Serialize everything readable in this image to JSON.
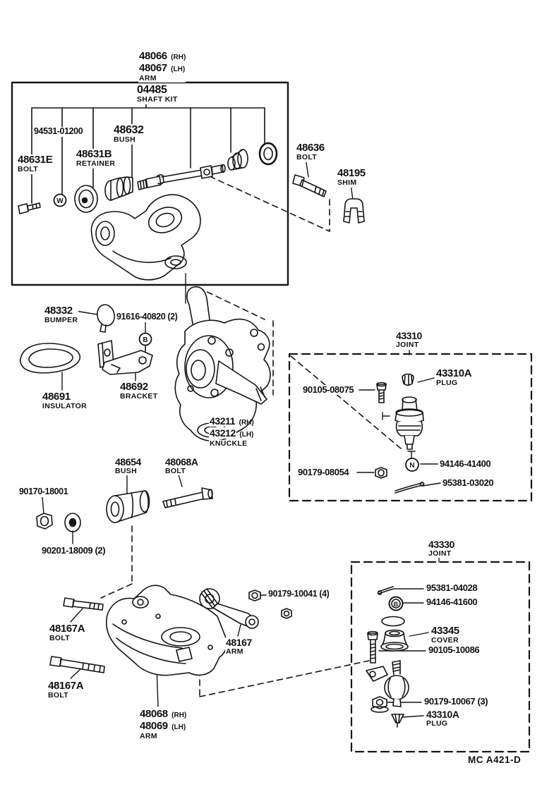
{
  "footer": {
    "code": "MC A421-D"
  },
  "glyphs": {
    "w": "W",
    "b": "B",
    "n": "N"
  },
  "labels": {
    "arm_upper": {
      "code_rh": "48066",
      "tag_rh": "(RH)",
      "code_lh": "48067",
      "tag_lh": "(LH)",
      "name": "ARM"
    },
    "shaft_kit": {
      "code": "04485",
      "name": "SHAFT KIT"
    },
    "collar": {
      "code": "94531-01200"
    },
    "bush_upper": {
      "code": "48632",
      "name": "BUSH"
    },
    "bolt_upper": {
      "code": "48631E",
      "name": "BOLT"
    },
    "retainer": {
      "code": "48631B",
      "name": "RETAINER"
    },
    "camber_bolt": {
      "code": "48636",
      "name": "BOLT"
    },
    "shim": {
      "code": "48195",
      "name": "SHIM"
    },
    "bumper": {
      "code": "48332",
      "name": "BUMPER"
    },
    "bracket_bolt": {
      "code": "91616-40820 (2)"
    },
    "bracket": {
      "code": "48692",
      "name": "BRACKET"
    },
    "insulator": {
      "code": "48691",
      "name": "INSULATOR"
    },
    "knuckle": {
      "code_rh": "43211",
      "tag_rh": "(RH)",
      "code_lh": "43212",
      "tag_lh": "(LH)",
      "name": "KNUCKLE"
    },
    "joint_upper": {
      "code": "43310",
      "name": "JOINT"
    },
    "plug_upper": {
      "code": "43310A",
      "name": "PLUG"
    },
    "joint_upper_bolt": {
      "code": "90105-08075"
    },
    "joint_upper_nut": {
      "code": "90179-08054"
    },
    "castle_nut_upper": {
      "code": "94146-41400"
    },
    "cotter_upper": {
      "code": "95381-03020"
    },
    "bush_lower": {
      "code": "48654",
      "name": "BUSH"
    },
    "arm_shaft_bolt": {
      "code": "48068A",
      "name": "BOLT"
    },
    "shaft_nut": {
      "code": "90170-18001"
    },
    "shaft_washer": {
      "code": "90201-18009 (2)"
    },
    "joint_lower": {
      "code": "43330",
      "name": "JOINT"
    },
    "cotter_lower": {
      "code": "95381-04028"
    },
    "castle_nut_lower": {
      "code": "94146-41600"
    },
    "cover": {
      "code": "43345",
      "name": "COVER"
    },
    "joint_lower_bolt": {
      "code": "90105-10086"
    },
    "joint_lower_nut": {
      "code": "90179-10067 (3)"
    },
    "plug_lower": {
      "code": "43310A",
      "name": "PLUG"
    },
    "strut_nut": {
      "code": "90179-10041 (4)"
    },
    "arm_no2": {
      "code": "48167",
      "name": "ARM"
    },
    "arm_bolt_front": {
      "code": "48167A",
      "name": "BOLT"
    },
    "arm_bolt_rear": {
      "code": "48167A",
      "name": "BOLT"
    },
    "arm_lower": {
      "code_rh": "48068",
      "tag_rh": "(RH)",
      "code_lh": "48069",
      "tag_lh": "(LH)",
      "name": "ARM"
    }
  }
}
